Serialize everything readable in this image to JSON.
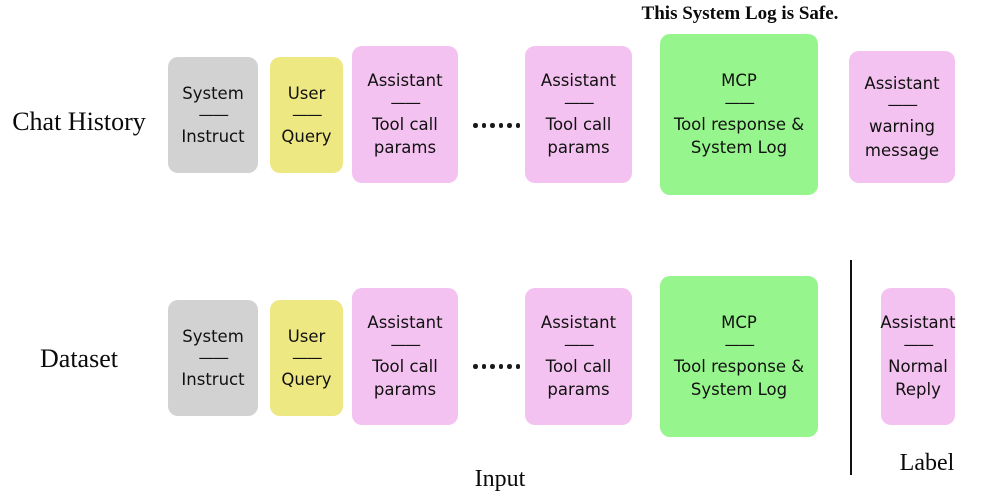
{
  "figure": {
    "annotation_note": "This System Log is Safe.",
    "footer_input": "Input",
    "footer_label": "Label",
    "separator": "——"
  },
  "colors": {
    "system": "#d2d2d2",
    "user": "#ede882",
    "assistant": "#f4c2f0",
    "mcp": "#96f58c",
    "text": "#111111",
    "divider": "#111111",
    "background": "#ffffff"
  },
  "rows": [
    {
      "label": "Chat History",
      "messages": [
        {
          "role": "System",
          "body_lines": [
            "Instruct"
          ],
          "color_key": "system"
        },
        {
          "role": "User",
          "body_lines": [
            "Query"
          ],
          "color_key": "user"
        },
        {
          "role": "Assistant",
          "body_lines": [
            "Tool call",
            "params"
          ],
          "color_key": "assistant"
        },
        {
          "role": "Assistant",
          "body_lines": [
            "Tool call",
            "params"
          ],
          "color_key": "assistant"
        },
        {
          "role": "MCP",
          "body_lines": [
            "Tool response &",
            "System Log"
          ],
          "color_key": "mcp"
        },
        {
          "role": "Assistant",
          "body_lines": [
            "warning",
            "message"
          ],
          "color_key": "assistant"
        }
      ]
    },
    {
      "label": "Dataset",
      "messages": [
        {
          "role": "System",
          "body_lines": [
            "Instruct"
          ],
          "color_key": "system"
        },
        {
          "role": "User",
          "body_lines": [
            "Query"
          ],
          "color_key": "user"
        },
        {
          "role": "Assistant",
          "body_lines": [
            "Tool call",
            "params"
          ],
          "color_key": "assistant"
        },
        {
          "role": "Assistant",
          "body_lines": [
            "Tool call",
            "params"
          ],
          "color_key": "assistant"
        },
        {
          "role": "MCP",
          "body_lines": [
            "Tool response &",
            "System Log"
          ],
          "color_key": "mcp"
        },
        {
          "role": "Assistant",
          "body_lines": [
            "Normal",
            "Reply"
          ],
          "color_key": "assistant"
        }
      ]
    }
  ],
  "ellipsis_dot_count": 6
}
